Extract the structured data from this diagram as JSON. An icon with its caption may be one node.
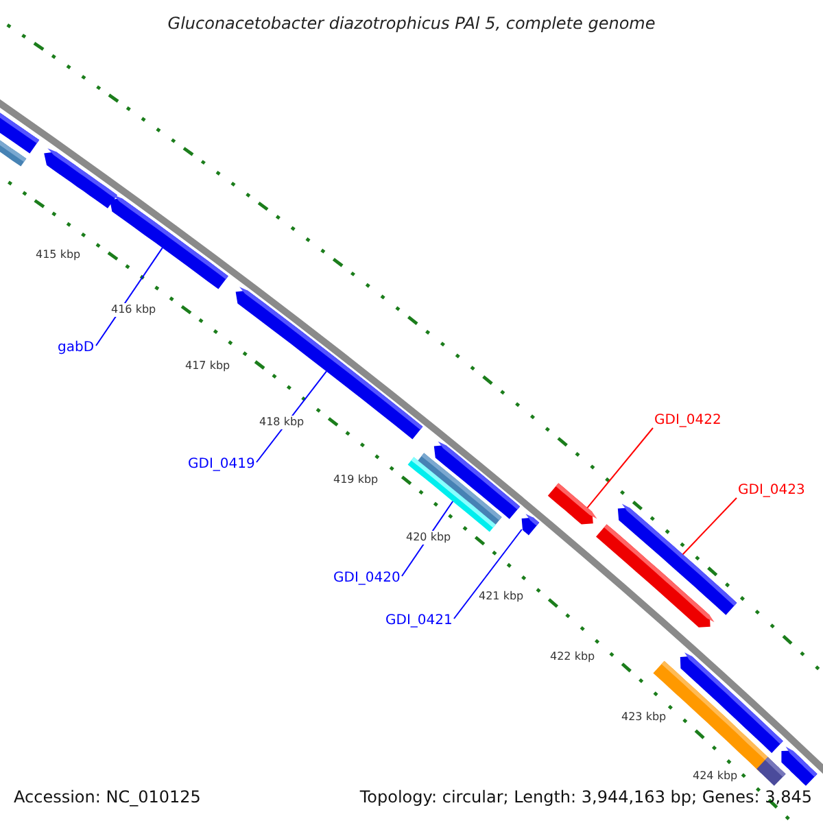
{
  "diagram": {
    "title": "Gluconacetobacter diazotrophicus PAl 5, complete genome",
    "nodes": [
      {
        "text": [
          "gabD"
        ]
      },
      {
        "text": [
          "GDI_0419"
        ]
      },
      {
        "text": [
          "GDI_0420"
        ]
      },
      {
        "text": [
          "GDI_0421"
        ]
      },
      {
        "text": [
          "GDI_0422"
        ]
      },
      {
        "text": [
          "GDI_0423"
        ]
      },
      {
        "text": [],
        "shape": "bar"
      },
      {
        "text": [],
        "shape": "bar"
      },
      {
        "text": [],
        "shape": "arrow"
      },
      {
        "text": [],
        "shape": "arrow"
      },
      {
        "text": [],
        "shape": "arrow"
      },
      {
        "text": [],
        "shape": "bar"
      },
      {
        "text": [],
        "shape": "bar"
      },
      {
        "text": [],
        "shape": "arrow"
      },
      {
        "text": [],
        "shape": "arrow"
      },
      {
        "text": [],
        "shape": "arrow"
      },
      {
        "text": [],
        "shape": "arrow"
      },
      {
        "text": [],
        "shape": "arrow"
      },
      {
        "text": [],
        "shape": "bar"
      },
      {
        "text": [],
        "shape": "arrow"
      },
      {
        "text": [],
        "shape": "bar"
      },
      {
        "text": [],
        "shape": "arrow"
      }
    ],
    "edges": [
      {
        "from": 0,
        "to": 9,
        "arrow": "none"
      },
      {
        "from": 1,
        "to": 10,
        "arrow": "none"
      },
      {
        "from": 2,
        "to": 11,
        "arrow": "none"
      },
      {
        "from": 3,
        "to": 14,
        "arrow": "none"
      },
      {
        "from": 4,
        "to": 15,
        "arrow": "none",
        "color": "#ff0000"
      },
      {
        "from": 5,
        "to": 16,
        "arrow": "none",
        "color": "#ff0000"
      }
    ],
    "labels": [
      "415 kbp",
      "416 kbp",
      "417 kbp",
      "418 kbp",
      "419 kbp",
      "420 kbp",
      "421 kbp",
      "422 kbp",
      "423 kbp",
      "424 kbp",
      "Accession: NC_010125",
      "Topology: circular; Length: 3,944,163 bp; Genes: 3,845"
    ]
  }
}
